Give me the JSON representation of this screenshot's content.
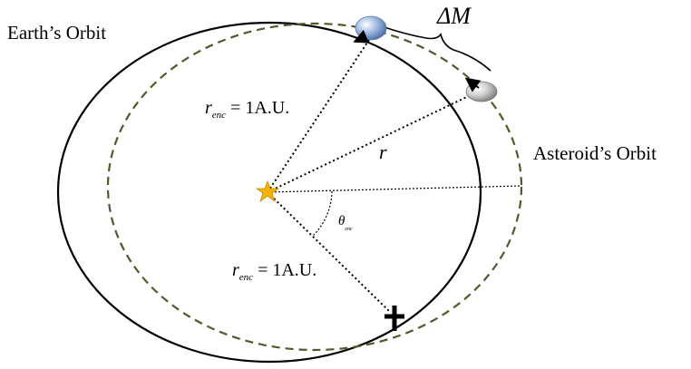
{
  "labels": {
    "earth_orbit": "Earth’s Orbit",
    "asteroid_orbit": "Asteroid’s Orbit",
    "delta_m": "ΔM",
    "r": "r",
    "r_enc_upper": {
      "symbol": "r",
      "subscript": "enc",
      "rhs": "= 1A.U."
    },
    "r_enc_lower": {
      "symbol": "r",
      "subscript": "enc",
      "rhs": "= 1A.U."
    },
    "theta_enc": {
      "symbol": "θ",
      "subscript": "enc"
    }
  },
  "colors": {
    "earth_orbit": "#000000",
    "asteroid_orbit": "#4f5a2b",
    "sun_star": "#f4b400",
    "earth": "#6f8fbf",
    "asteroid": "#9a9a9a",
    "radial_lines": "#000000",
    "encounter_mark": "#000000"
  },
  "icons": {
    "sun": "star-icon",
    "earth": "earth-icon",
    "asteroid": "asteroid-icon",
    "encounter": "cross-icon"
  }
}
